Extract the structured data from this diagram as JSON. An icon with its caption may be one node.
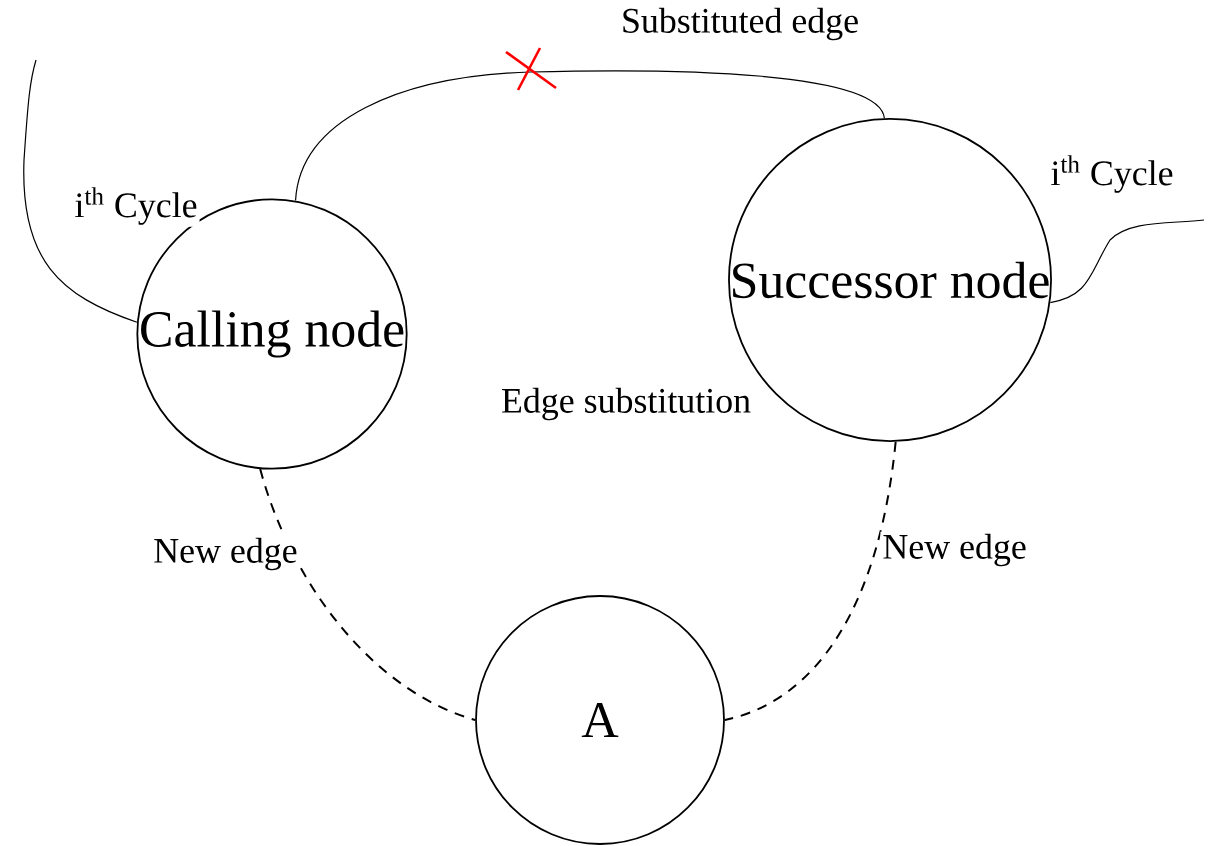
{
  "diagram": {
    "nodes": [
      {
        "text": [
          "Calling node"
        ]
      },
      {
        "text": [
          "Successor node"
        ]
      },
      {
        "text": [
          "A"
        ]
      }
    ],
    "edges": [
      {
        "from": 0,
        "to": 1,
        "arrow": "none",
        "label": "Substituted edge"
      },
      {
        "from": 0,
        "to": null,
        "arrow": "none",
        "label": "i$^{th}$ Cycle"
      },
      {
        "from": 1,
        "to": null,
        "arrow": "none",
        "label": "i$^{th}$ Cycle"
      },
      {
        "from": 0,
        "to": 2,
        "arrow": "none",
        "style": "dashed",
        "label": "New edge"
      },
      {
        "from": 1,
        "to": 2,
        "arrow": "none",
        "style": "dashed",
        "label": "New edge"
      }
    ],
    "labels": [
      "Edge substitution"
    ]
  }
}
